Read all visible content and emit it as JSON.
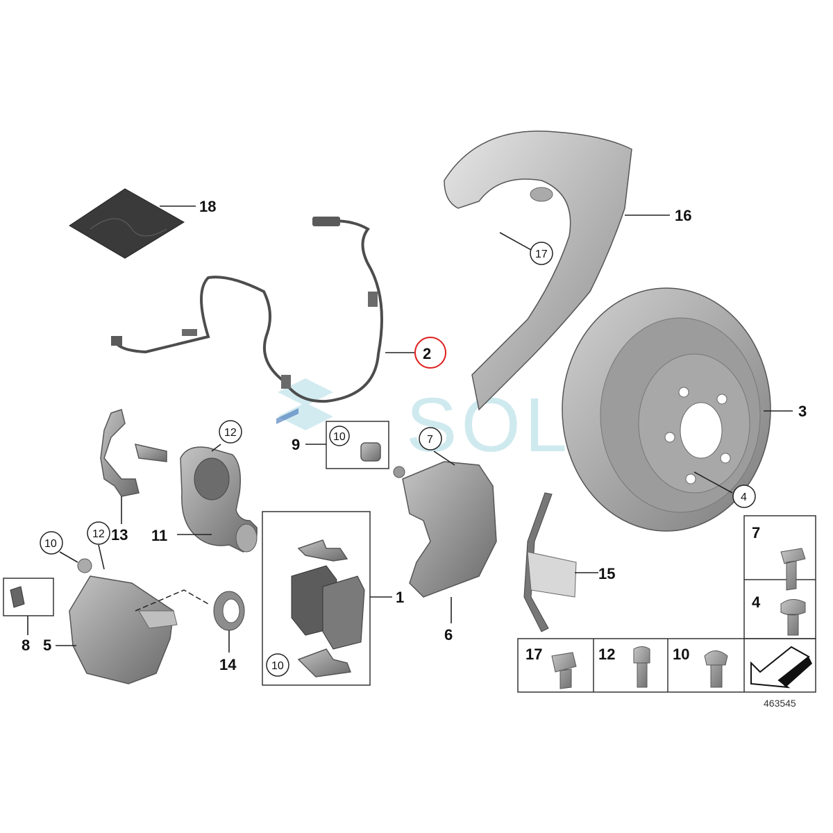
{
  "diagram_id": "463545",
  "watermark": "SOL",
  "labels": {
    "p1": "1",
    "p2": "2",
    "p3": "3",
    "p4": "4",
    "p5": "5",
    "p6": "6",
    "p7": "7",
    "p8": "8",
    "p9": "9",
    "p10": "10",
    "p11": "11",
    "p12": "12",
    "p13": "13",
    "p14": "14",
    "p15": "15",
    "p16": "16",
    "p17": "17",
    "p18": "18"
  },
  "highlight": {
    "part": "2",
    "color": "#e02020"
  },
  "colors": {
    "part_fill": "#9a9a9a",
    "part_dark": "#5f5f5f",
    "part_light": "#c9c9c9",
    "watermark": "#bfe3ea"
  }
}
